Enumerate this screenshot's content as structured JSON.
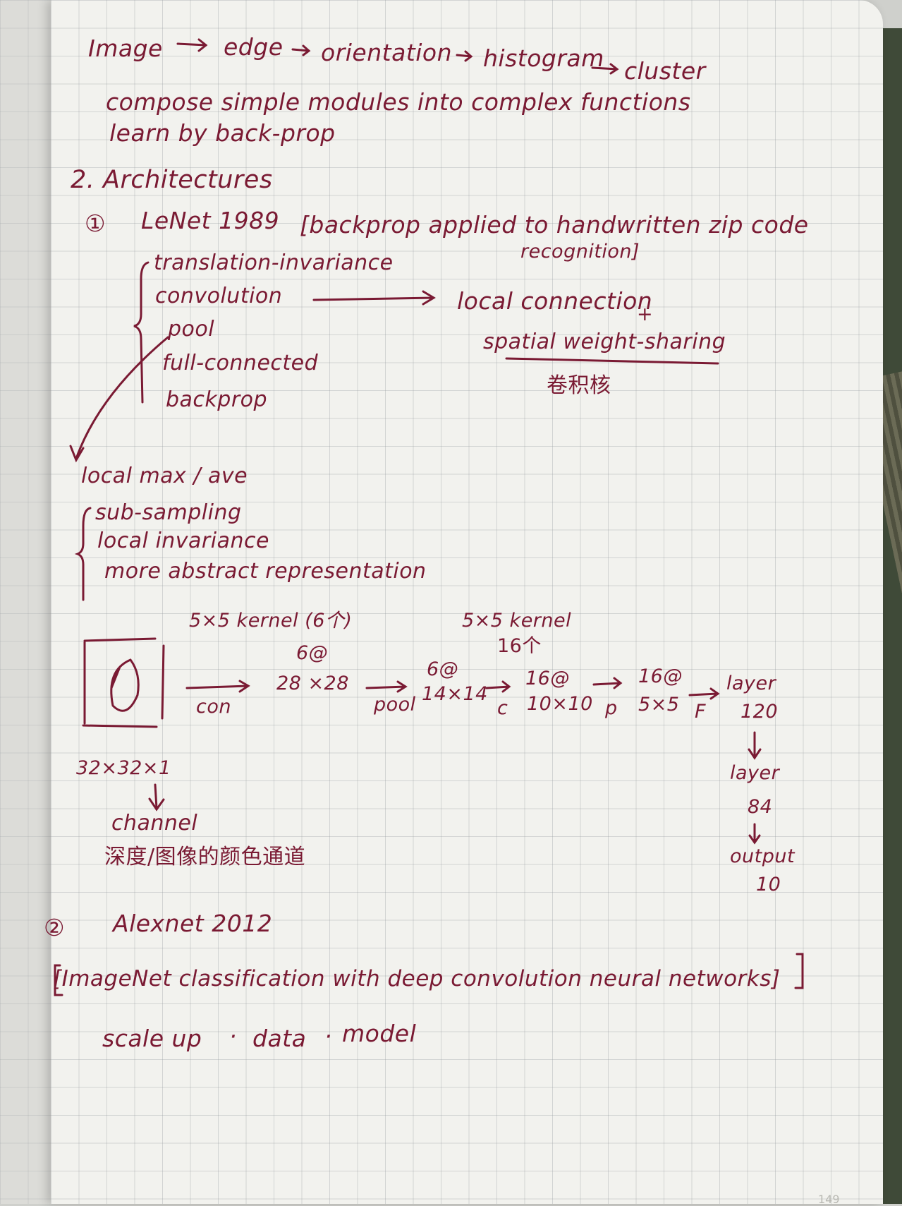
{
  "notes": {
    "line1": {
      "image": "Image",
      "edge": "edge",
      "orientation": "orientation",
      "histogram": "histogram",
      "cluster": "cluster"
    },
    "line2": "compose simple modules into complex functions",
    "line3": "learn by back-prop",
    "section2": "2.  Architectures",
    "lenet": {
      "number": "①",
      "title": "LeNet  1989",
      "paper": "[backprop applied to handwritten zip code",
      "paper_cont": "recognition]",
      "list": [
        "translation-invariance",
        "convolution",
        "pool",
        "full-connected",
        "backprop"
      ],
      "conv_result": "local  connection",
      "plus": "+",
      "sharing": "spatial  weight-sharing",
      "chinese_kernel": "卷积核",
      "pool_note": "local  max / ave",
      "pool_list": [
        "sub-sampling",
        "local  invariance",
        "more abstract representation"
      ],
      "diagram": {
        "kernel1": "5×5  kernel (6个)",
        "kernel2": "5×5  kernel",
        "kernel2_count": "16个",
        "con": "con",
        "map1_top": "6@",
        "map1": "28 ×28",
        "pool": "pool",
        "map2_top": "6@",
        "map2": "14×14",
        "c": "c",
        "map3_top": "16@",
        "map3": "10×10",
        "p": "p",
        "map4_top": "16@",
        "map4": "5×5",
        "f": "F",
        "layer1": "layer",
        "layer1_n": "120",
        "layer2": "layer",
        "layer2_n": "84",
        "output": "output",
        "output_n": "10",
        "input_size": "32×32×1",
        "channel": "channel",
        "channel_cn": "深度/图像的颜色通道"
      }
    },
    "alexnet": {
      "number": "②",
      "title": "Alexnet  2012",
      "paper": "[ImageNet classification with deep convolution neural networks]",
      "scale": "scale up",
      "dot1": "·",
      "data": "data",
      "dot2": "·",
      "model": "model"
    },
    "page_number": "149"
  }
}
